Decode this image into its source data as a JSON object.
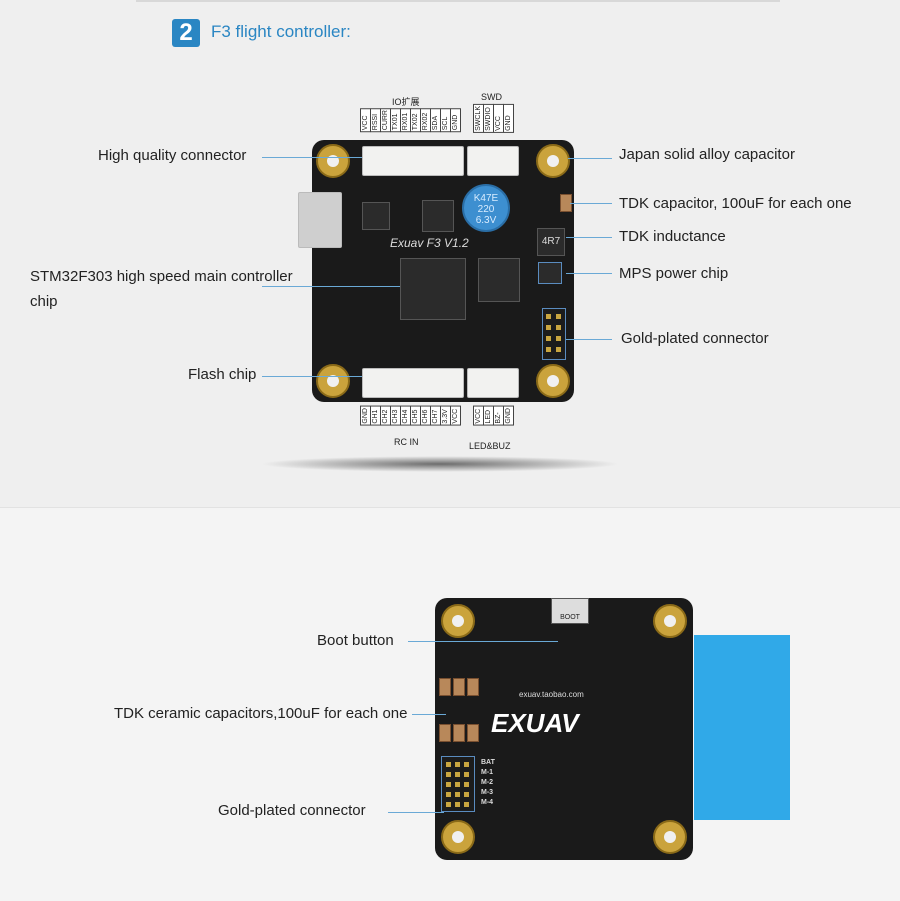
{
  "header": {
    "step_number": "2",
    "title": "F3 flight controller:"
  },
  "top_board": {
    "silkscreen": "Exuav F3 V1.2",
    "capacitor_text": [
      "K47E",
      "220",
      "6.3V"
    ],
    "inductor_text": "4R7",
    "io_title": "IO扩展",
    "io_pins": [
      "VCC",
      "RSSI",
      "CURR",
      "TX01",
      "RX01",
      "TX02",
      "RX02",
      "SDA",
      "SCL",
      "GND"
    ],
    "swd_title": "SWD",
    "swd_pins": [
      "SWCLK",
      "SWDIO",
      "VCC",
      "GND"
    ],
    "rcin_title": "RC IN",
    "rcin_pins": [
      "GND",
      "CH1",
      "CH2",
      "CH3",
      "CH4",
      "CH5",
      "CH6",
      "CH7",
      "3.3V",
      "VCC"
    ],
    "led_title": "LED&BUZ",
    "led_pins": [
      "VCC",
      "LED",
      "BZ-",
      "GND"
    ]
  },
  "top_labels": {
    "connector": "High quality connector",
    "mcu_line1": "STM32F303 high speed main controller",
    "mcu_line2": "chip",
    "flash": "Flash chip",
    "alloy_cap": "Japan solid alloy capacitor",
    "tdk_cap": "TDK capacitor, 100uF for each one",
    "tdk_ind": "TDK inductance",
    "mps": "MPS power chip",
    "gold": "Gold-plated connector"
  },
  "bottom_board": {
    "brand": "EXUAV",
    "url": "exuav.taobao.com",
    "boot_text": "BOOT",
    "motor_pins": [
      "BAT",
      "M-1",
      "M-2",
      "M-3",
      "M-4"
    ]
  },
  "bottom_labels": {
    "boot": "Boot button",
    "ceramic": "TDK ceramic capacitors,100uF for each one",
    "gold": "Gold-plated connector"
  },
  "colors": {
    "accent": "#2a86c3",
    "board": "#1a1a1a",
    "gold": "#caa33c",
    "side_blue": "#30a9e8"
  }
}
